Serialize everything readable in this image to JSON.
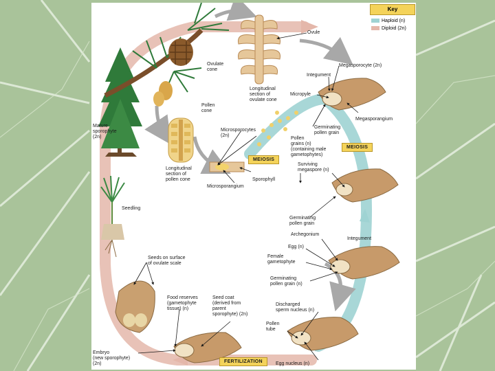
{
  "key": {
    "title": "Key",
    "haploid": "Haploid (n)",
    "diploid": "Diploid (2n)",
    "haploid_color": "#9fd3d3",
    "diploid_color": "#e4b7aa"
  },
  "labels": {
    "ovule": "Ovule",
    "ovulate_cone": "Ovulate\ncone",
    "longitudinal_ovulate": "Longitudinal\nsection of\novulate cone",
    "megasporocyte": "Megasporocyte (2n)",
    "integument": "Integument",
    "micropyle": "Micropyle",
    "megasporangium": "Megasporangium",
    "germinating_pollen_1": "Germinating\npollen grain",
    "pollen_grains": "Pollen\ngrains (n)\n(containing male\ngametophytes)",
    "pollen_cone": "Pollen\ncone",
    "mature_sporophyte": "Mature\nsporophyte\n(2n)",
    "microsporocytes": "Microsporocytes\n(2n)",
    "longitudinal_pollen": "Longitudinal\nsection of\npollen cone",
    "sporophyll": "Sporophyll",
    "microsporangium": "Microsporangium",
    "surviving_megaspore": "Surviving\nmegaspore (n)",
    "germinating_pollen_2": "Germinating\npollen grain",
    "seedling": "Seedling",
    "archegonium": "Archegonium",
    "integument_2": "Integument",
    "egg": "Egg (n)",
    "female_gametophyte": "Female\ngametophyte",
    "germinating_pollen_3": "Germinating\npollen grain (n)",
    "seeds_on_surface": "Seeds on surface\nof ovulate scale",
    "food_reserves": "Food reserves\n(gametophyte\ntissue) (n)",
    "seed_coat": "Seed coat\n(derived from\nparent\nsporophyte) (2n)",
    "discharged_sperm": "Discharged\nsperm nucleus (n)",
    "pollen_tube": "Pollen\ntube",
    "embryo": "Embryo\n(new sporophyte)\n(2n)",
    "egg_nucleus": "Egg nucleus (n)"
  },
  "stages": {
    "meiosis_left": "MEIOSIS",
    "meiosis_right": "MEIOSIS",
    "fertilization": "FERTILIZATION"
  },
  "colors": {
    "haploid_arrow": "#9fd3d3",
    "diploid_arrow": "#e4b7aa",
    "gray_arrow": "#a8a8a8",
    "stage_label": "#f4d35a",
    "cone_brown": "#8a5a2b",
    "ovule_tan": "#e6c79a",
    "sporangium_brown": "#c79a6a",
    "tree_green": "#2f7a3a"
  }
}
